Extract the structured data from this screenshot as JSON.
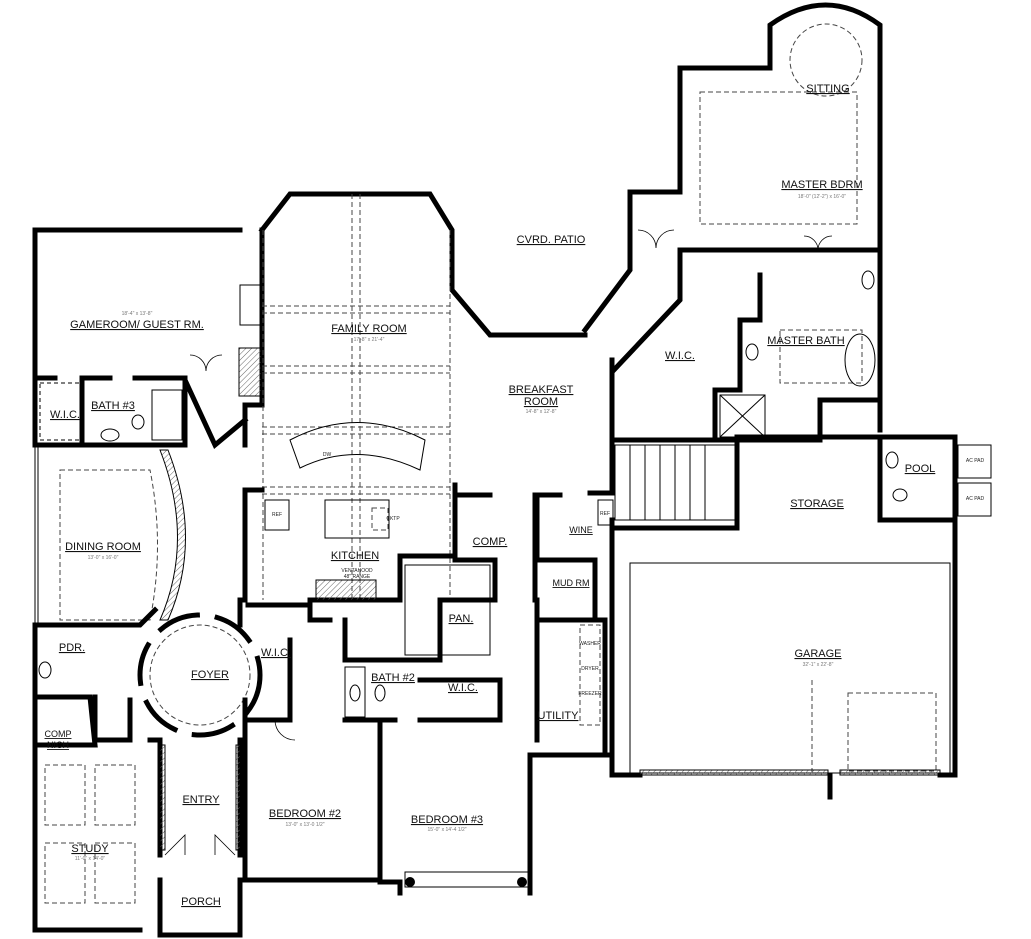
{
  "plan": {
    "rooms": {
      "sitting": {
        "label": "SITTING"
      },
      "master_bdrm": {
        "label": "MASTER BDRM",
        "dims": "18'-0\" (12'-2\") x 16'-0\""
      },
      "cvrd_patio": {
        "label": "CVRD. PATIO"
      },
      "gameroom": {
        "label": "GAMEROOM/ GUEST RM.",
        "dims": "18'-4\" x 13'-8\""
      },
      "family_room": {
        "label": "FAMILY ROOM",
        "dims": "17'-8\" x 21'-4\""
      },
      "breakfast": {
        "label_1": "BREAKFAST",
        "label_2": "ROOM",
        "dims": "14'-8\" x 12'-8\""
      },
      "master_wic": {
        "label": "W.I.C."
      },
      "master_bath": {
        "label": "MASTER BATH"
      },
      "wic_3": {
        "label": "W.I.C."
      },
      "bath_3": {
        "label": "BATH #3"
      },
      "dining_room": {
        "label": "DINING ROOM",
        "dims": "13'-0\" x 16'-0\""
      },
      "kitchen": {
        "label": "KITCHEN",
        "note_1": "VENTAHOOD",
        "note_2": "48\" RANGE",
        "ref": "REF",
        "cktp": "CKTP",
        "dw": "DW"
      },
      "comp": {
        "label": "COMP."
      },
      "wine": {
        "label": "WINE",
        "ref": "REF"
      },
      "mud_rm": {
        "label": "MUD RM"
      },
      "utility": {
        "label": "UTILITY",
        "washer": "WASHER",
        "dryer": "DRYER",
        "freezer": "FREEZER"
      },
      "storage": {
        "label": "STORAGE"
      },
      "pool": {
        "label": "POOL"
      },
      "ac_pad_1": {
        "label": "AC PAD"
      },
      "ac_pad_2": {
        "label": "AC PAD"
      },
      "garage": {
        "label": "GARAGE",
        "dims": "32'-1\" x 22'-8\""
      },
      "pantry": {
        "label": "PAN."
      },
      "pdr": {
        "label": "PDR."
      },
      "wic_2": {
        "label": "W.I.C."
      },
      "foyer": {
        "label": "FOYER"
      },
      "bath_2": {
        "label": "BATH #2"
      },
      "wic_bed3": {
        "label": "W.I.C."
      },
      "comp_nich": {
        "label_1": "COMP",
        "label_2": "NICH"
      },
      "entry": {
        "label": "ENTRY"
      },
      "bedroom_2": {
        "label": "BEDROOM #2",
        "dims": "13'-0\" x 13'-0 1/2\""
      },
      "bedroom_3": {
        "label": "BEDROOM #3",
        "dims": "15'-0\" x 14'-4 1/2\""
      },
      "study": {
        "label": "STUDY",
        "dims": "11'-0\" x 14'-0\""
      },
      "porch": {
        "label": "PORCH"
      }
    },
    "colors": {
      "wall": "#000000",
      "background": "#ffffff"
    }
  }
}
